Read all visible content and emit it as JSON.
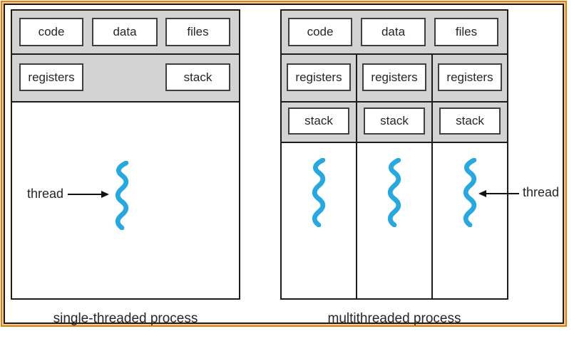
{
  "figure": {
    "left_panel": {
      "memory_boxes": [
        "code",
        "data",
        "files"
      ],
      "context_boxes": [
        "registers",
        "stack"
      ],
      "thread_label": "thread",
      "caption": "single-threaded process"
    },
    "right_panel": {
      "memory_boxes": [
        "code",
        "data",
        "files"
      ],
      "columns": [
        {
          "registers": "registers",
          "stack": "stack"
        },
        {
          "registers": "registers",
          "stack": "stack"
        },
        {
          "registers": "registers",
          "stack": "stack"
        }
      ],
      "thread_label": "thread",
      "caption": "multithreaded process"
    },
    "colors": {
      "frame_orange": "#e0810f",
      "frame_light": "#f8c98e",
      "line_dark": "#1c1c1c",
      "box_border": "#3f3f3f",
      "band_gray": "#d3d3d3",
      "thread_blue": "#29a8e0",
      "text": "#262626"
    }
  }
}
